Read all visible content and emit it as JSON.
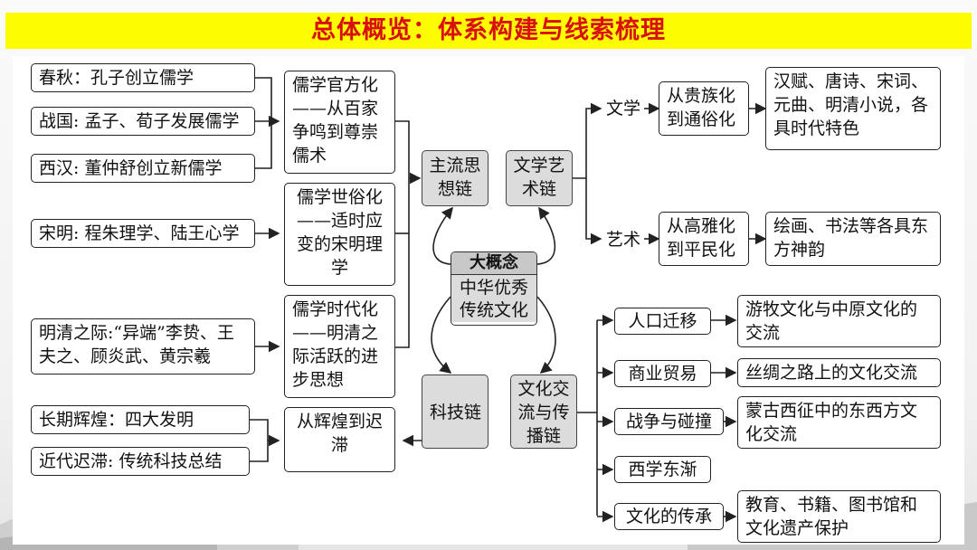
{
  "title": "总体概览：体系构建与线索梳理",
  "left": {
    "ideas": [
      "春秋：孔子创立儒学",
      "战国: 孟子、荀子发展儒学",
      "西汉: 董仲舒创立新儒学",
      "宋明: 程朱理学、陆王心学",
      "明清之际:“异端”李贽、王夫之、顾炎武、黄宗羲",
      "长期辉煌：四大发明",
      "近代迟滞: 传统科技总结"
    ],
    "stages": [
      "儒学官方化——从百家争鸣到尊崇儒术",
      "儒学世俗化——适时应变的宋明理学",
      "儒学时代化——明清之际活跃的进步思想",
      "从辉煌到迟滞"
    ]
  },
  "chains": {
    "thought": "主流思想链",
    "art": "文学艺术链",
    "tech": "科技链",
    "exchange": "文化交流与传播链"
  },
  "core": {
    "head": "大概念",
    "body": "中华优秀传统文化"
  },
  "right": {
    "lit": {
      "label": "文学",
      "trend": "从贵族化到通俗化",
      "detail": "汉赋、唐诗、宋词、元曲、明清小说，各具时代特色"
    },
    "art": {
      "label": "艺术",
      "trend": "从高雅化到平民化",
      "detail": "绘画、书法等各具东方神韵"
    },
    "exchange": [
      {
        "label": "人口迁移",
        "detail": "游牧文化与中原文化的交流"
      },
      {
        "label": "商业贸易",
        "detail": "丝绸之路上的文化交流"
      },
      {
        "label": "战争与碰撞",
        "detail": "蒙古西征中的东西方文化交流"
      },
      {
        "label": "西学东渐",
        "detail": ""
      },
      {
        "label": "文化的传承",
        "detail": "教育、书籍、图书馆和文化遗产保护"
      }
    ]
  }
}
